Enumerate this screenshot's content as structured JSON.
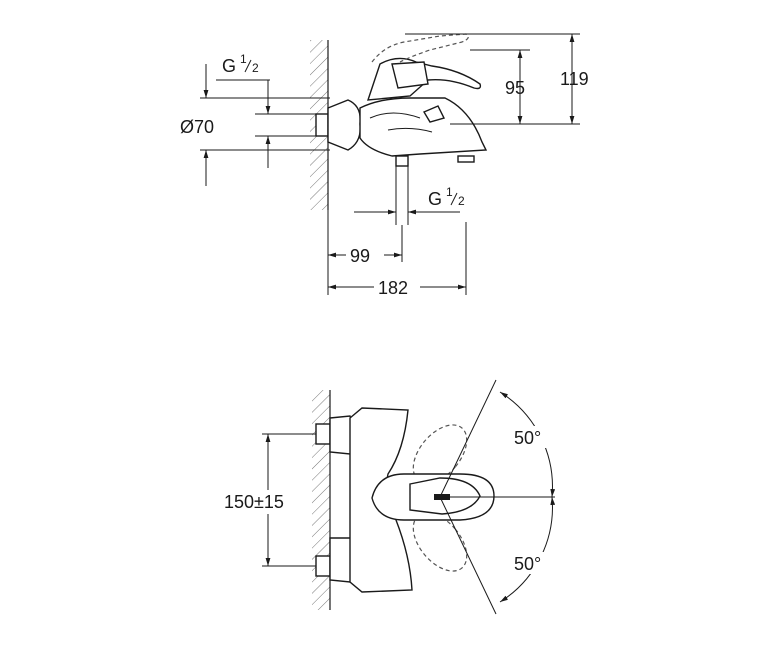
{
  "side_view": {
    "dim_height_total": "119",
    "dim_height_lever": "95",
    "dim_diameter": "Ø70",
    "dim_length_total": "182",
    "dim_length_outlet": "99",
    "thread_left": {
      "main": "G",
      "num": "1",
      "den": "2"
    },
    "thread_bottom": {
      "main": "G",
      "num": "1",
      "den": "2"
    }
  },
  "front_view": {
    "dim_centers": "150±15",
    "angle_top": "50°",
    "angle_bottom": "50°"
  }
}
